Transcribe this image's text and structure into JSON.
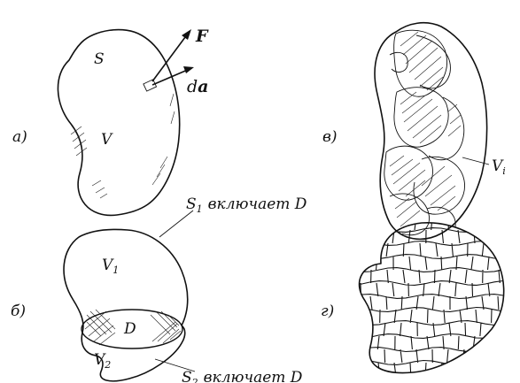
{
  "panels": {
    "a": {
      "letter": "а)",
      "surface_label": "S",
      "volume_label": "V",
      "force_label": "F",
      "element_label_d": "d",
      "element_label_a": "a"
    },
    "b": {
      "letter": "б)",
      "v1_label": "V",
      "v1_sub": "1",
      "v2_label": "V",
      "v2_sub": "2",
      "d_label": "D",
      "s1_label": "S",
      "s1_sub": "1",
      "s1_text": "включает D",
      "s2_label": "S",
      "s2_sub": "2",
      "s2_text": "включает D"
    },
    "v": {
      "letter": "в)",
      "vi_label": "V",
      "vi_sub": "i"
    },
    "g": {
      "letter": "г)"
    }
  }
}
